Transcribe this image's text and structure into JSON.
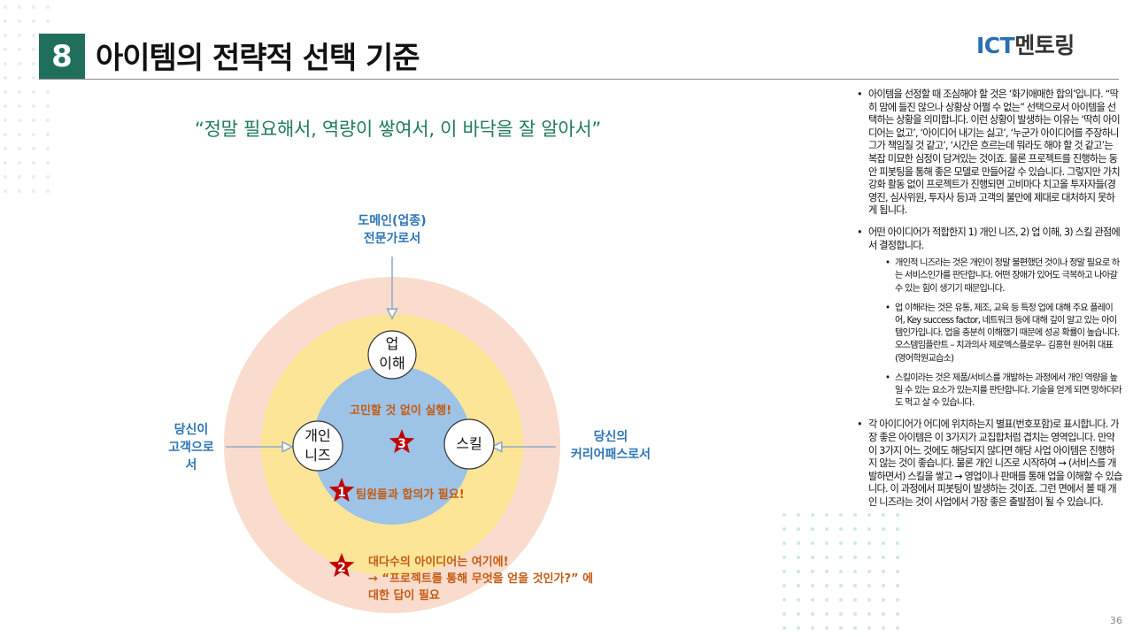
{
  "header": {
    "number": "8",
    "title": "아이템의 전략적 선택 기준",
    "logo_ict": "ICT",
    "logo_mentoring": "멘토링"
  },
  "quote": "“정말 필요해서, 역량이 쌓여서, 이 바닥을 잘 알아서”",
  "diagram": {
    "top_label": [
      "도메인(업종)",
      "전문가로서"
    ],
    "left_label": [
      "당신이",
      "고객으로",
      "서"
    ],
    "right_label": [
      "당신의",
      "커리어패스로서"
    ],
    "node_industry": [
      "업",
      "이해"
    ],
    "node_needs": [
      "개인",
      "니즈"
    ],
    "node_skill": "스킬",
    "zone3_text": "고민할 것 없이 실행!",
    "zone1_text": "팀원들과 합의가 필요!",
    "zone2_text": [
      "대다수의 아이디어는 여기에!",
      "→ “프로젝트를 통해 무엇을 얻을 것인가?” 에",
      "대한 답이 필요"
    ],
    "star_numbers": [
      "3",
      "1",
      "2"
    ],
    "colors": {
      "outer": "#f9dccd",
      "middle": "#fde598",
      "inner": "#9dc3e6",
      "star": "#c00000",
      "accent": "#c55a11",
      "label": "#2e75b6"
    }
  },
  "right_panel": {
    "bullet1": "아이템을 선정할 때 조심해야 할 것은 ‘화기애매한 합의’입니다. “딱히 맘에 들진 않으나 상황상 어쩔 수 없는” 선택으로서 아이템을 선택하는 상황을 의미합니다. 이런 상황이 발생하는 이유는 ‘딱히 아이디어는 없고’, ‘아이디어 내기는 싫고’, ‘누군가 아이디어를 주장하니 그가 책임질 것 같고’, ‘시간은 흐르는데 뭐라도 해야 할 것 같고’는 복잡 미묘한 심정이 담겨있는 것이죠. 물론 프로젝트를 진행하는 동안 피봇팅을 통해 좋은 모델로 만들어갈 수 있습니다. 그렇지만 가치강화 활동 없이 프로젝트가 진행되면 고비마다 치고올 투자자들(경영진, 심사위원, 투자사 등)과 고객의 불만에 제대로 대처하지 못하게 됩니다.",
    "bullet2": "어떤 아이디어가 적합한지 1) 개인 니즈, 2) 업 이해, 3) 스킬 관점에서 결정합니다.",
    "sub1": "개인적 니즈라는 것은 개인이 정말 불편했던 것이나 정말 필요로 하는 서비스인가를 판단합니다. 어떤 장애가 있어도 극복하고 나아갈 수 있는 힘이 생기기 때문입니다.",
    "sub2": "업 이해라는 것은 유통, 제조, 교육 등 특정 업에 대해 주요 플레이어, Key success factor, 네트워크 등에 대해 깊이 알고 있는 아이템인가입니다. 업을 충분히 이해했기 때문에 성공 확률이 높습니다. 오스템임플란트 – 치과의사 제로엑스플로우– 김홍현 원어휘 대표(영어학원교습소)",
    "sub3": "스킬이라는 것은 제품/서비스를 개발하는 과정에서 개인 역량을 높일 수 있는 요소가 있는지를 판단합니다. 기술을 얻게 되면 망하더라도 먹고 살 수 있습니다.",
    "bullet3": "각 아이디어가 어디에 위치하는지 별표(번호포함)로 표시합니다. 가장 좋은 아이템은 이 3가지가 교집합처럼 겹치는 영역입니다. 만약 이 3가지 어느 것에도 해당되지 않다면 해당 사업 아이템은 진행하지 않는 것이 좋습니다. 물론 개인 니즈로 시작하여 → (서비스를 개발하면서) 스킬을 쌓고 → 영업이나 판매를 통해 업을 이해할 수 있습니다. 이 과정에서 피봇팅이 발생하는 것이죠. 그런 면에서 볼 때 개인 니즈라는 것이 사업에서 가장 좋은 출발점이 될 수 있습니다."
  },
  "page_number": "36"
}
